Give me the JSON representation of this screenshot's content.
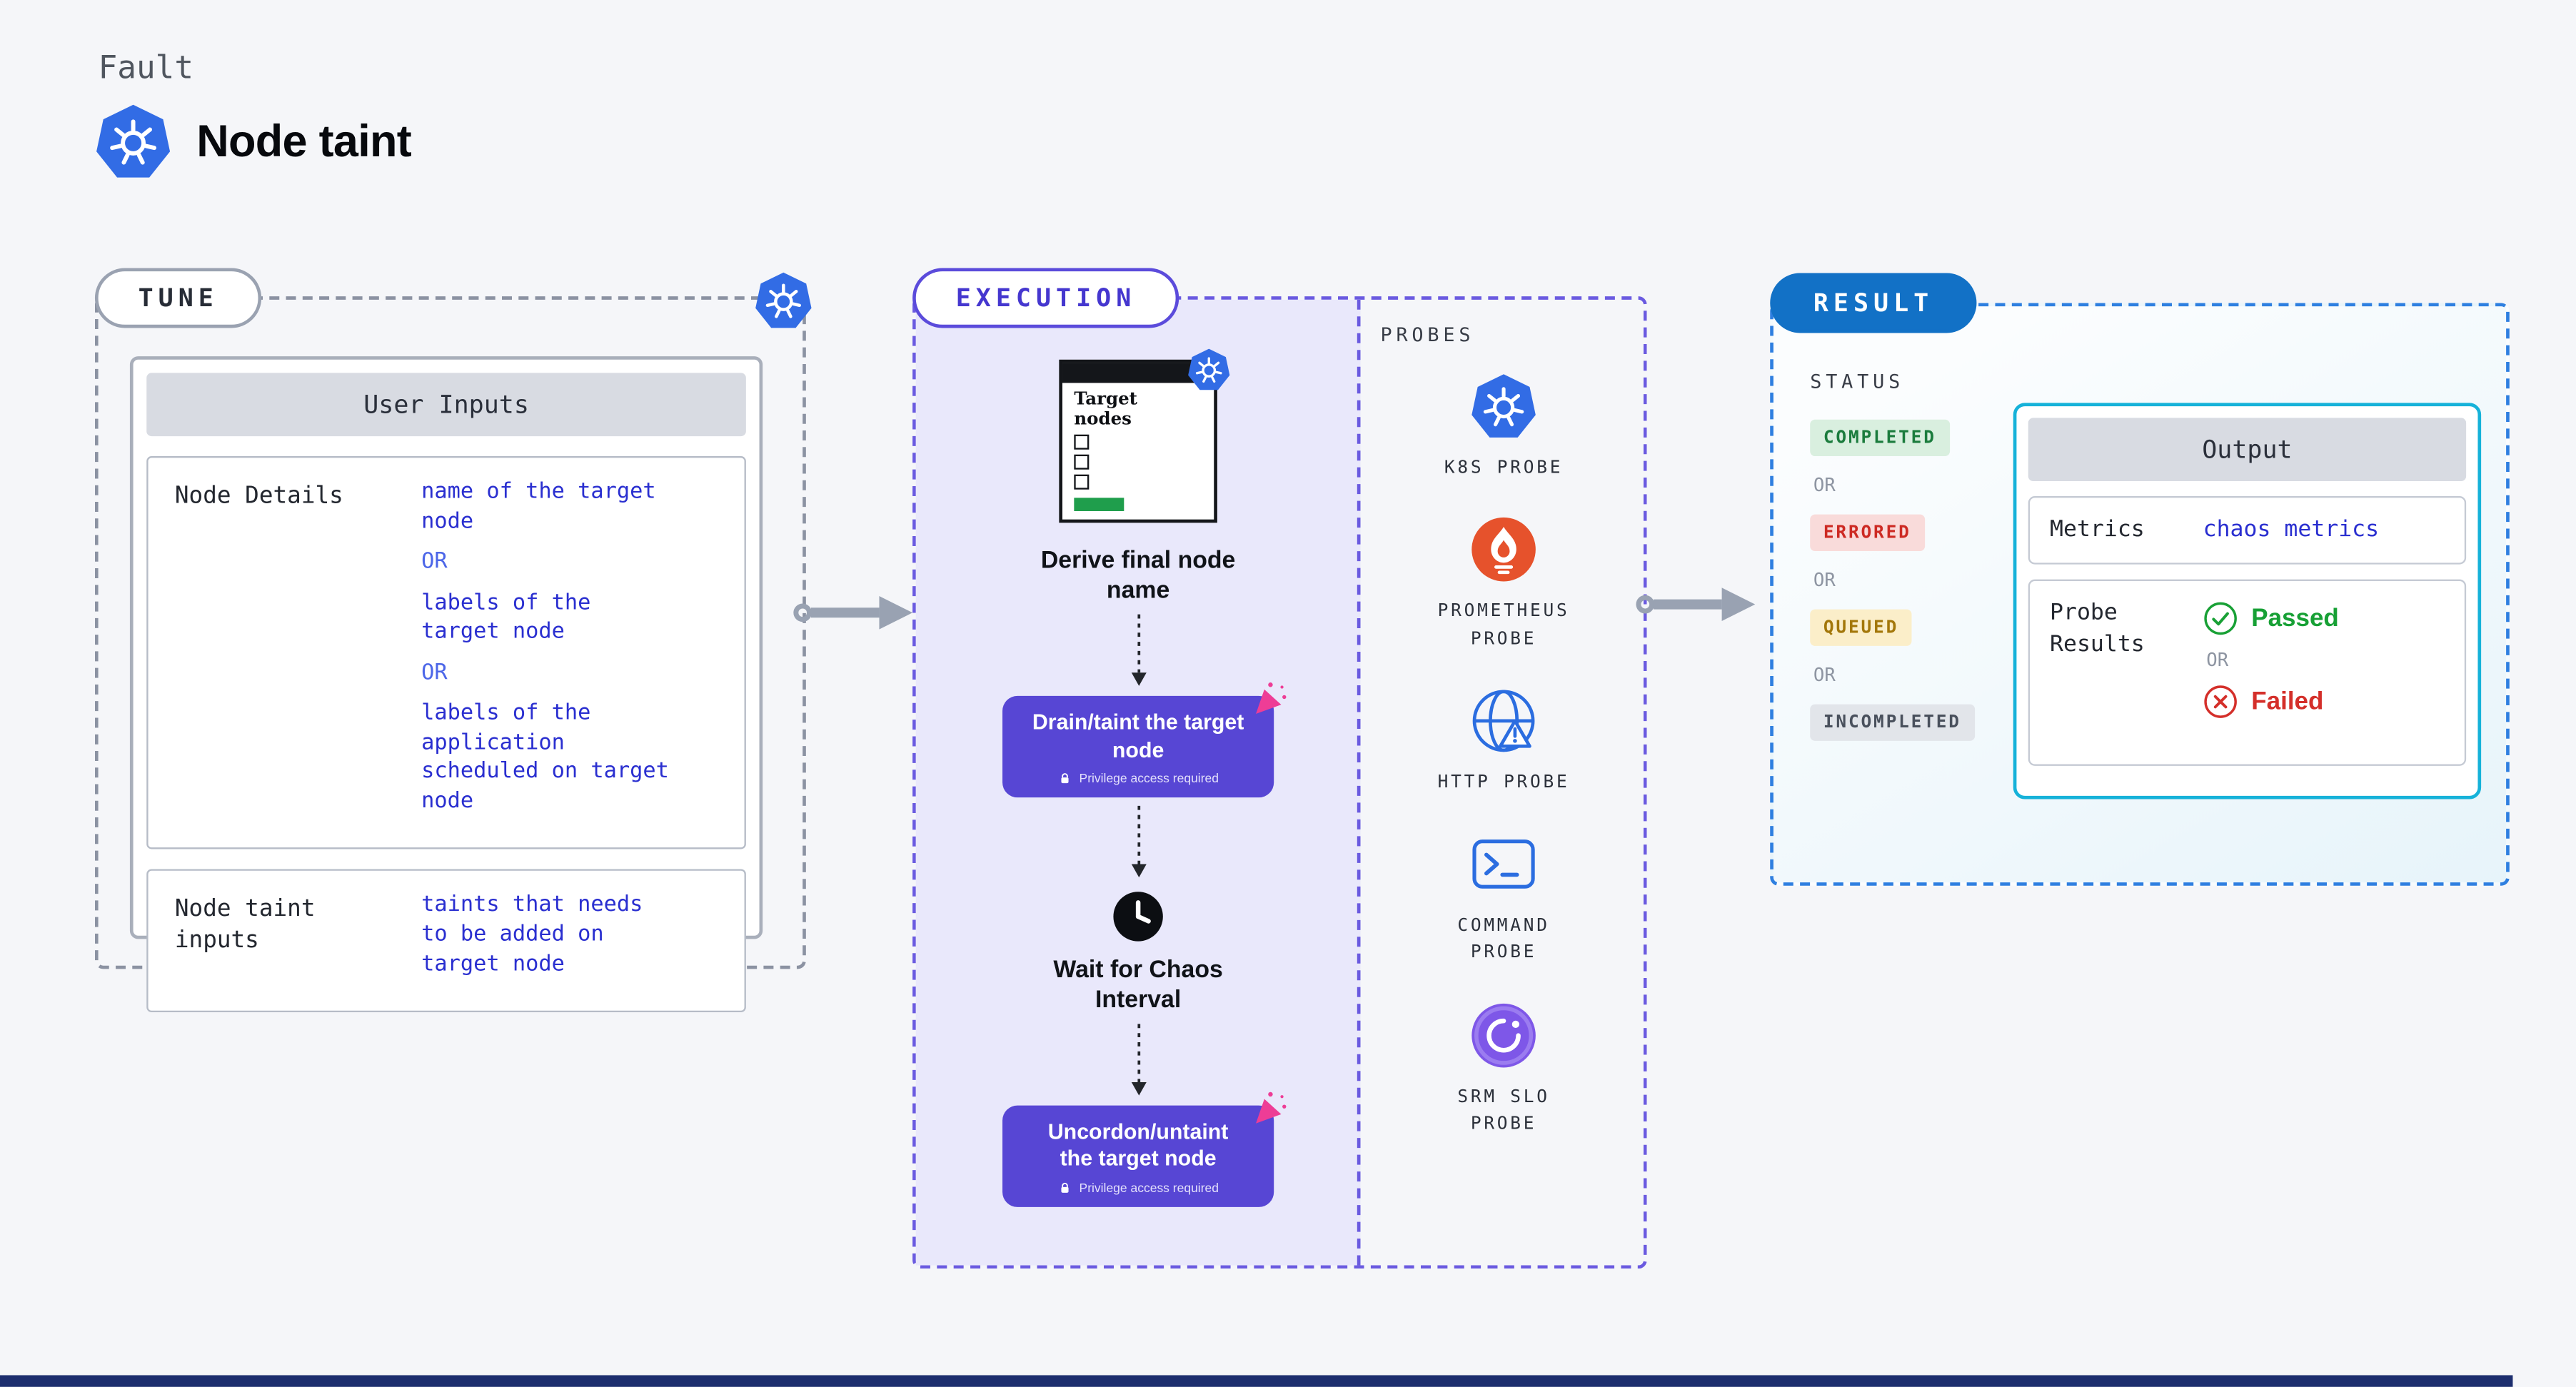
{
  "page": {
    "kicker": "Fault",
    "title": "Node taint"
  },
  "colors": {
    "k8s_blue": "#326ce5",
    "execution_purple": "#5b4bdb",
    "execution_bg": "#e9e8fb",
    "button_purple": "#5746d4",
    "result_blue": "#1271c6",
    "output_border": "#16b2d9",
    "value_blue": "#2a2fd0",
    "passed_green": "#17a035",
    "failed_red": "#d42f2a",
    "prometheus_orange": "#e6522c",
    "srm_purple": "#7e57e8"
  },
  "tune": {
    "pill": "TUNE",
    "table_header": "User Inputs",
    "rows": [
      {
        "label": "Node Details",
        "lines": [
          {
            "type": "value",
            "text": "name of the target\nnode"
          },
          {
            "type": "or",
            "text": "OR"
          },
          {
            "type": "value",
            "text": "labels of the\ntarget node"
          },
          {
            "type": "or",
            "text": "OR"
          },
          {
            "type": "value",
            "text": "labels of the application\nscheduled on target node"
          }
        ]
      },
      {
        "label": "Node taint inputs",
        "lines": [
          {
            "type": "value",
            "text": "taints that needs\nto be added on\ntarget node"
          }
        ]
      }
    ]
  },
  "execution": {
    "pill": "EXECUTION",
    "target_card_title": "Target nodes",
    "derive_label": "Derive final node\nname",
    "wait_label": "Wait for Chaos\nInterval",
    "buttons": [
      {
        "label": "Drain/taint the target\nnode",
        "sublabel": "Privilege access required"
      },
      {
        "label": "Uncordon/untaint\nthe target node",
        "sublabel": "Privilege access required"
      }
    ]
  },
  "probes": {
    "heading": "PROBES",
    "items": [
      {
        "icon": "kubernetes-icon",
        "label": "K8S PROBE"
      },
      {
        "icon": "prometheus-icon",
        "label": "PROMETHEUS PROBE"
      },
      {
        "icon": "http-icon",
        "label": "HTTP PROBE"
      },
      {
        "icon": "command-icon",
        "label": "COMMAND PROBE"
      },
      {
        "icon": "srm-slo-icon",
        "label": "SRM SLO PROBE"
      }
    ]
  },
  "result": {
    "pill": "RESULT",
    "status_heading": "STATUS",
    "or_label": "OR",
    "statuses": [
      {
        "label": "COMPLETED",
        "bg": "#d9efdf",
        "fg": "#1b7c3d"
      },
      {
        "label": "ERRORED",
        "bg": "#f9dbda",
        "fg": "#cd2a23"
      },
      {
        "label": "QUEUED",
        "bg": "#fbeec9",
        "fg": "#a3770a"
      },
      {
        "label": "INCOMPLETED",
        "bg": "#e2e5ea",
        "fg": "#49505c"
      }
    ],
    "output": {
      "header": "Output",
      "metrics_label": "Metrics",
      "metrics_value": "chaos metrics",
      "probe_results_label": "Probe Results",
      "passed_label": "Passed",
      "or_label": "OR",
      "failed_label": "Failed"
    }
  }
}
